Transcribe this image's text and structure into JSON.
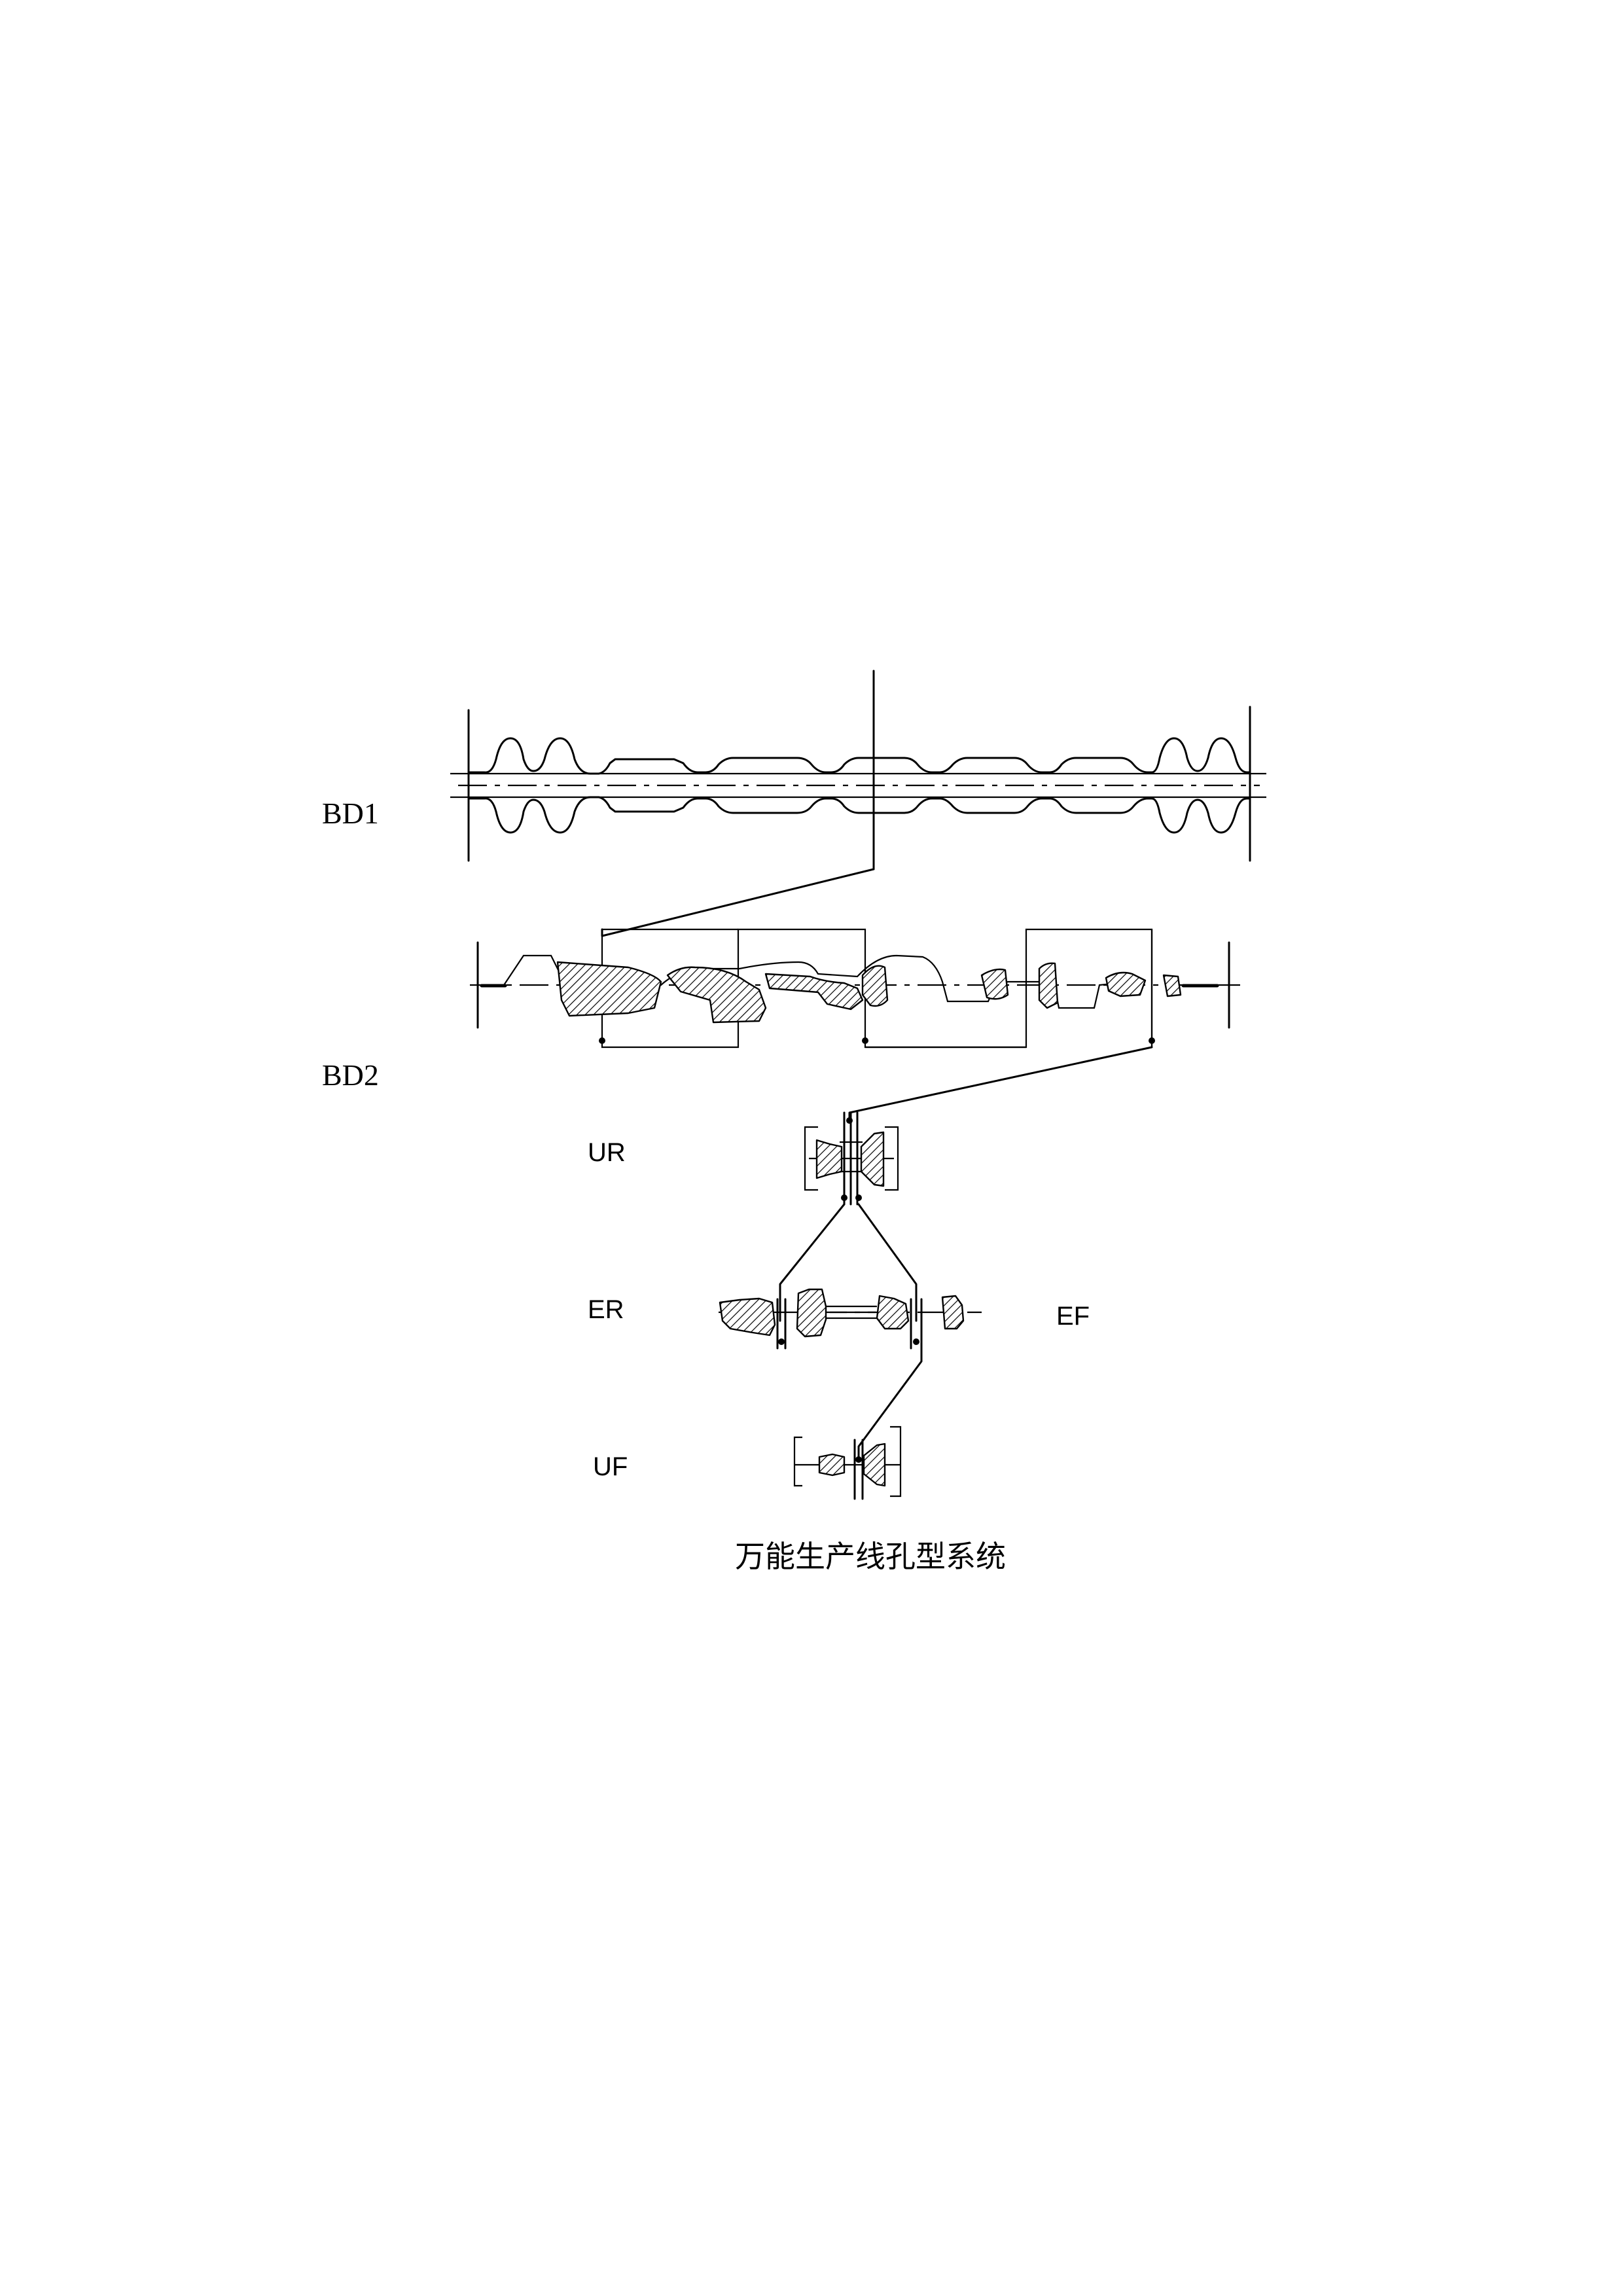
{
  "stations": {
    "bd1": "BD1",
    "bd2": "BD2",
    "ur": "UR",
    "er": "ER",
    "ef": "EF",
    "uf": "UF"
  },
  "caption": "万能生产线孔型系统"
}
